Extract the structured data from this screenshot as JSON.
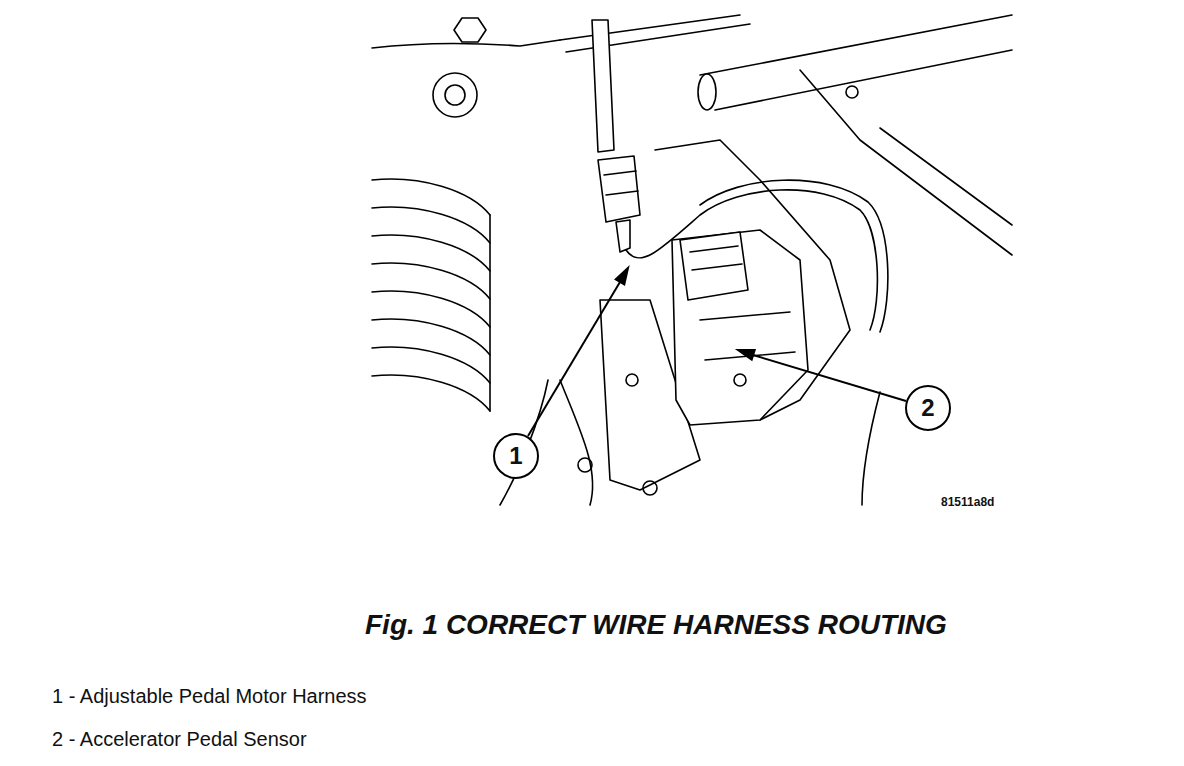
{
  "diagram": {
    "caption": "Fig. 1 CORRECT WIRE HARNESS ROUTING",
    "nodes": [
      {
        "text": [
          "1"
        ]
      },
      {
        "text": [
          "2"
        ]
      }
    ],
    "labels": [
      "81511a8d",
      "1 - Adjustable Pedal Motor Harness",
      "2 - Accelerator Pedal Sensor"
    ]
  }
}
